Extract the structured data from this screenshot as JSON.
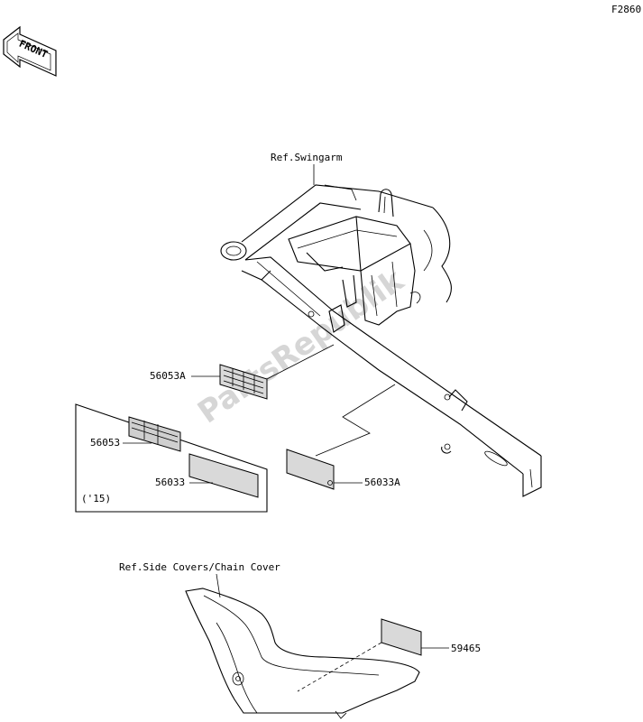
{
  "figure_code": "F2860",
  "front_label": "FRONT",
  "watermark": "PartsRepublik",
  "callouts": {
    "ref_swingarm": "Ref.Swingarm",
    "ref_side_covers": "Ref.Side Covers/Chain Cover",
    "part_56053A": "56053A",
    "part_56053": "56053",
    "part_56033": "56033",
    "part_56033A": "56033A",
    "part_59465": "59465",
    "year_note": "('15)"
  }
}
